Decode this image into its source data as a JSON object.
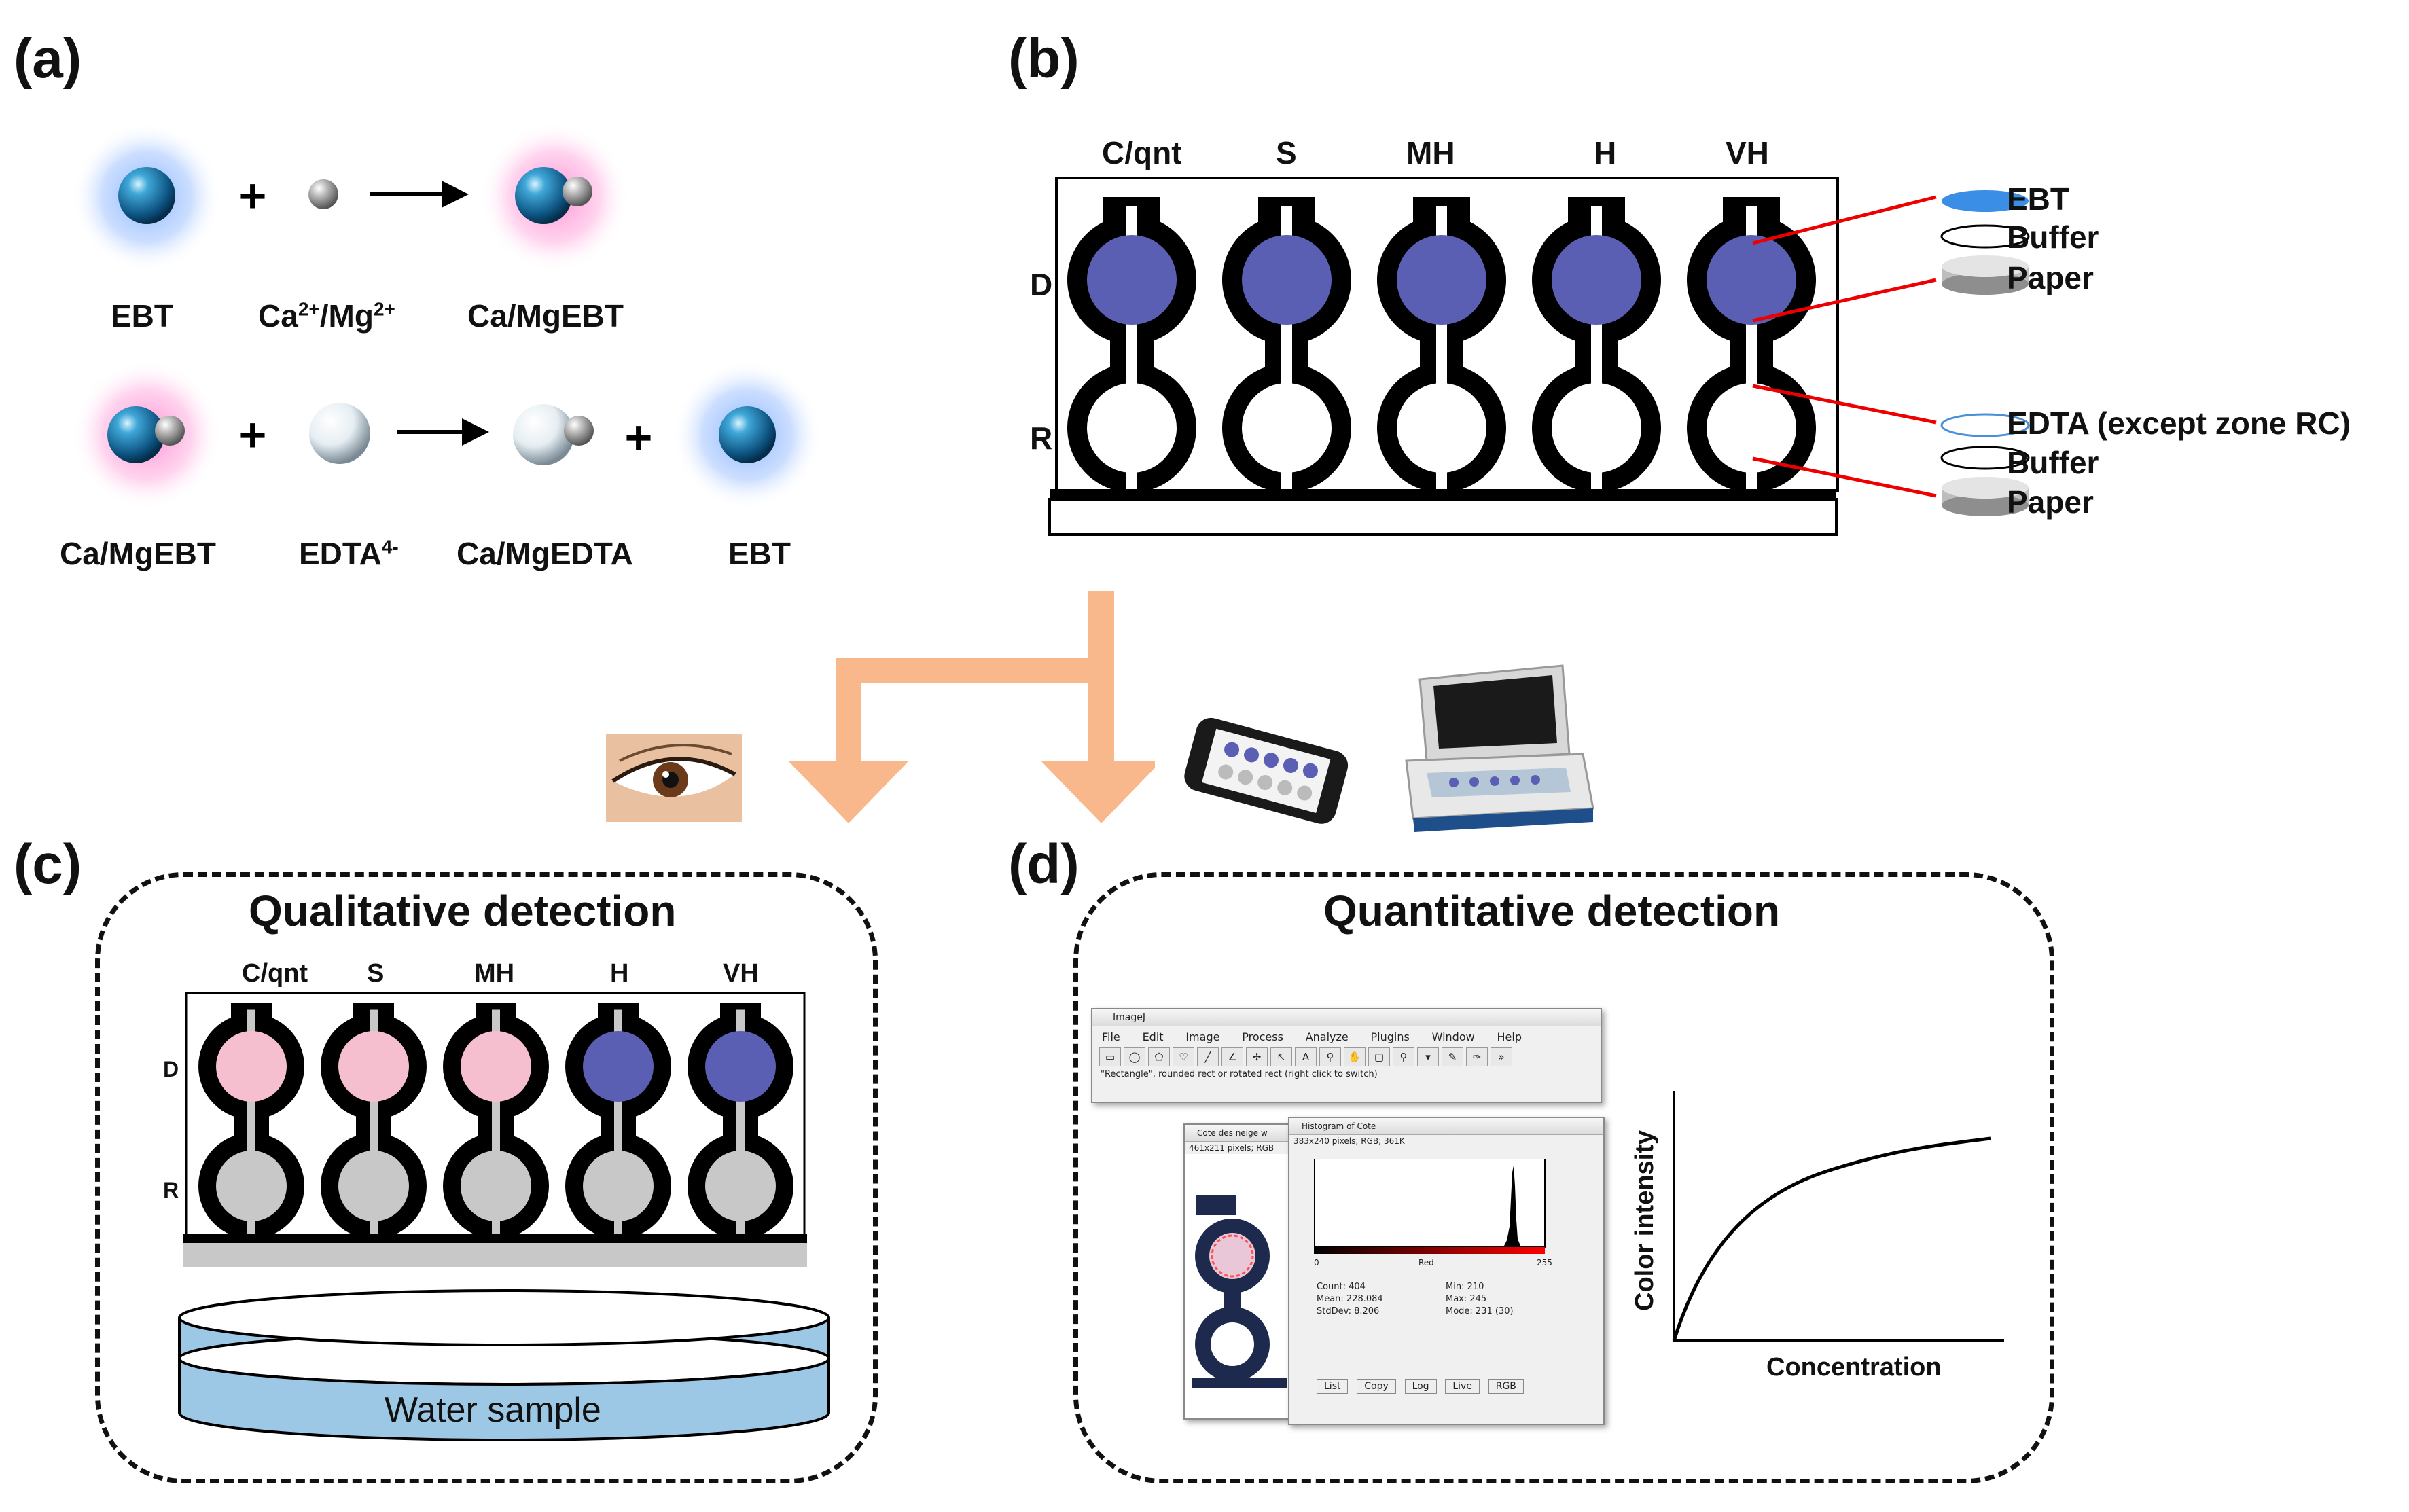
{
  "panels": {
    "a": "(a)",
    "b": "(b)",
    "c": "(c)",
    "d": "(d)"
  },
  "reactions": {
    "row1": {
      "plus": "+",
      "reactant1": "EBT",
      "reactant2_base": "Ca",
      "reactant2_sup1": "2+",
      "reactant2_mid": "/Mg",
      "reactant2_sup2": "2+",
      "product": "Ca/MgEBT"
    },
    "row2": {
      "plus1": "+",
      "plus2": "+",
      "reactant1": "Ca/MgEBT",
      "reactant2_base": "EDTA",
      "reactant2_sup": "4-",
      "product1": "Ca/MgEDTA",
      "product2": "EBT"
    }
  },
  "device": {
    "columns": [
      "C/qnt",
      "S",
      "MH",
      "H",
      "VH"
    ],
    "row_labels": {
      "detection": "D",
      "reaction": "R"
    },
    "colors": {
      "detection_zone": "#5a5fb4",
      "frame": "#000000"
    }
  },
  "layers_top": [
    "EBT",
    "Buffer",
    "Paper"
  ],
  "layers_bottom": [
    "EDTA (except zone RC)",
    "Buffer",
    "Paper"
  ],
  "qualitative": {
    "title": "Qualitative detection",
    "columns": [
      "C/qnt",
      "S",
      "MH",
      "H",
      "VH"
    ],
    "row_labels": {
      "detection": "D",
      "reaction": "R"
    },
    "zone_colors": [
      "#f6bfcf",
      "#f6bfcf",
      "#f6bfcf",
      "#5a5fb4",
      "#5a5fb4"
    ],
    "water_label": "Water sample"
  },
  "quantitative": {
    "title": "Quantitative detection",
    "imagej": {
      "main_title": "ImageJ",
      "menu": [
        "File",
        "Edit",
        "Image",
        "Process",
        "Analyze",
        "Plugins",
        "Window",
        "Help"
      ],
      "status": "\"Rectangle\", rounded rect or rotated rect (right click to switch)",
      "image_window_title": "Cote des neige w",
      "image_window_info": "461x211 pixels; RGB",
      "hist_title": "Histogram of Cote",
      "hist_info": "383x240 pixels; RGB; 361K",
      "hist_axis": {
        "min": "0",
        "channel": "Red",
        "max": "255"
      },
      "stats_left": [
        "Count: 404",
        "Mean: 228.084",
        "StdDev: 8.206"
      ],
      "stats_right": [
        "Min: 210",
        "Max: 245",
        "Mode: 231 (30)"
      ],
      "buttons": [
        "List",
        "Copy",
        "Log",
        "Live",
        "RGB"
      ]
    },
    "curve": {
      "xlabel": "Concentration",
      "ylabel": "Color intensity"
    }
  },
  "colors": {
    "arrow": "#f8b88b",
    "water": "#9cc8e6"
  }
}
